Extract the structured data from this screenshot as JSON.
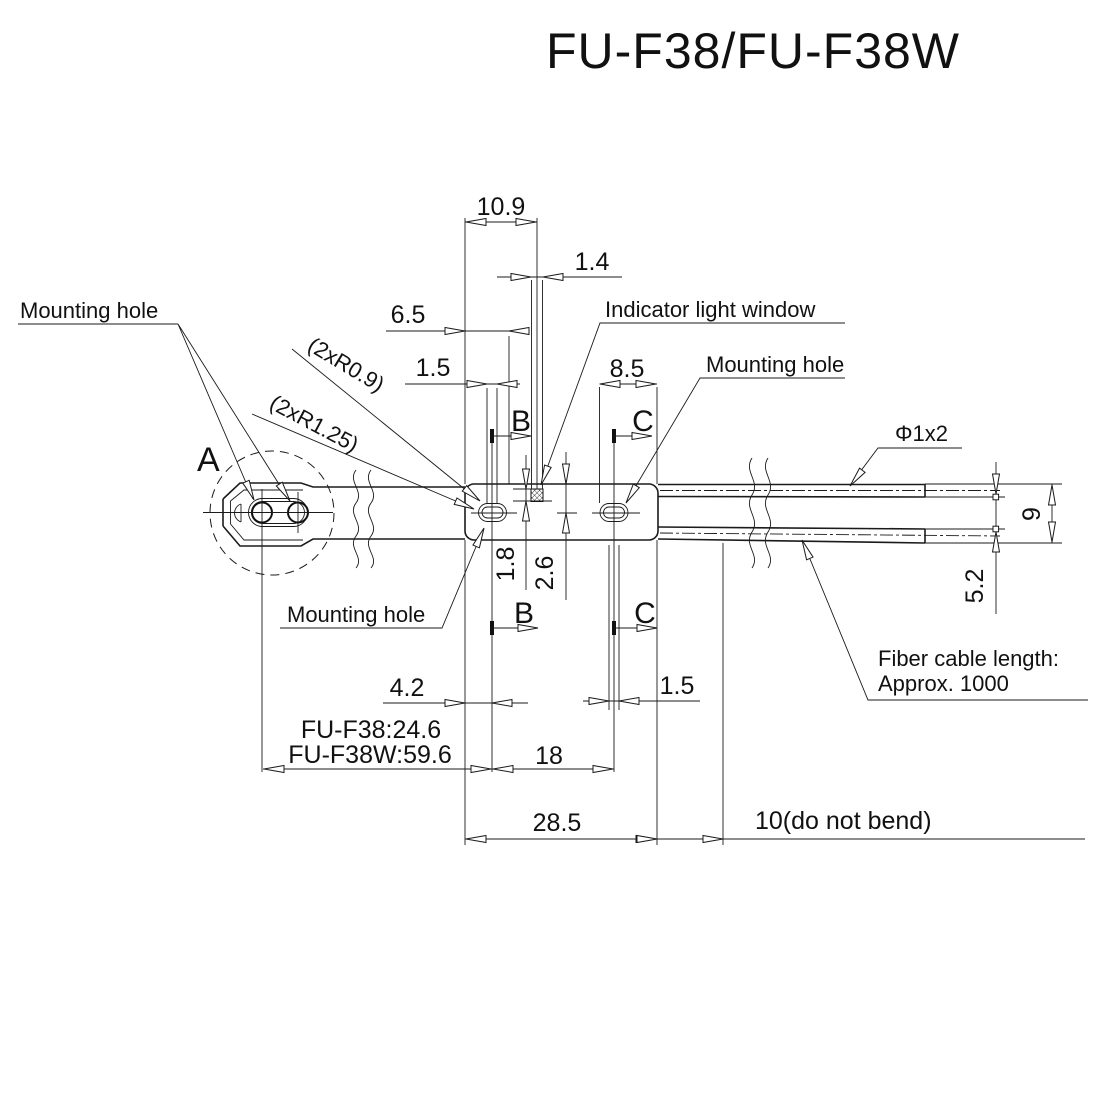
{
  "title": "FU-F38/FU-F38W",
  "labels": {
    "mounting_hole_top_left": "Mounting hole",
    "mounting_hole_right": "Mounting hole",
    "mounting_hole_bottom": "Mounting hole",
    "indicator_light_window": "Indicator light window",
    "fiber_diameter": "Φ1x2",
    "fiber_cable_length_line1": "Fiber cable length:",
    "fiber_cable_length_line2": "Approx. 1000",
    "radius_note_small": "(2xR0.9)",
    "radius_note_large": "(2xR1.25)",
    "detail_view": "A",
    "section_b": "B",
    "section_c": "C"
  },
  "dimensions": {
    "d10_9": "10.9",
    "d1_4": "1.4",
    "d6_5": "6.5",
    "d1_5_top": "1.5",
    "d8_5": "8.5",
    "d1_8": "1.8",
    "d2_6": "2.6",
    "d9": "9",
    "d5_2": "5.2",
    "d4_2": "4.2",
    "body_length_f38": "FU-F38:24.6",
    "body_length_f38w": "FU-F38W:59.6",
    "d18": "18",
    "d1_5_bottom": "1.5",
    "d28_5": "28.5",
    "d10_no_bend": "10(do not bend)"
  }
}
